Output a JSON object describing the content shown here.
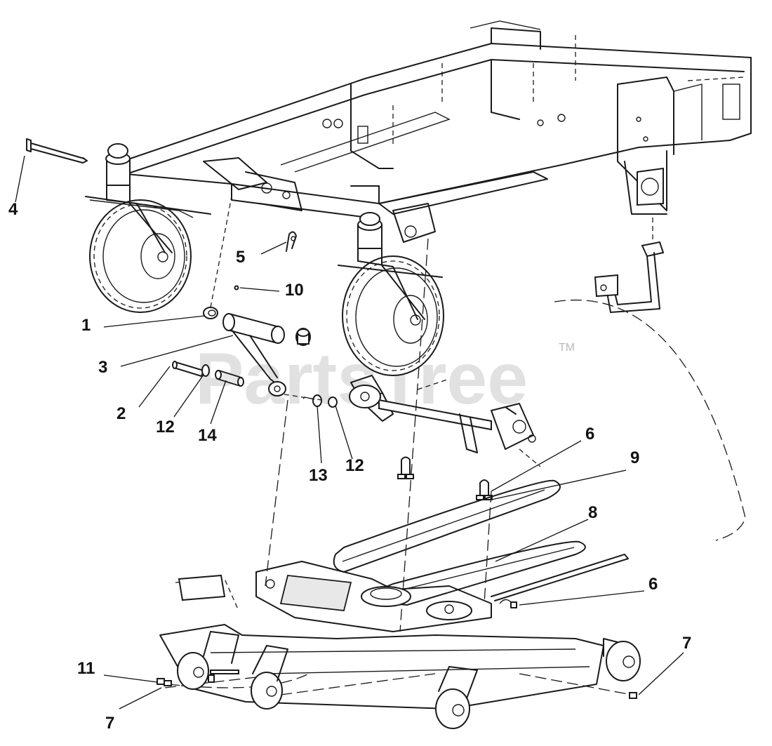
{
  "watermark": {
    "brand": "PartsTree",
    "trademark": "TM"
  },
  "callouts": [
    {
      "id": "c-1",
      "label": "1"
    },
    {
      "id": "c-2",
      "label": "2"
    },
    {
      "id": "c-3",
      "label": "3"
    },
    {
      "id": "c-4",
      "label": "4"
    },
    {
      "id": "c-5",
      "label": "5"
    },
    {
      "id": "c-6a",
      "label": "6"
    },
    {
      "id": "c-6b",
      "label": "6"
    },
    {
      "id": "c-7a",
      "label": "7"
    },
    {
      "id": "c-7b",
      "label": "7"
    },
    {
      "id": "c-8",
      "label": "8"
    },
    {
      "id": "c-9",
      "label": "9"
    },
    {
      "id": "c-10",
      "label": "10"
    },
    {
      "id": "c-11",
      "label": "11"
    },
    {
      "id": "c-12a",
      "label": "12"
    },
    {
      "id": "c-12b",
      "label": "12"
    },
    {
      "id": "c-13",
      "label": "13"
    },
    {
      "id": "c-14",
      "label": "14"
    }
  ]
}
